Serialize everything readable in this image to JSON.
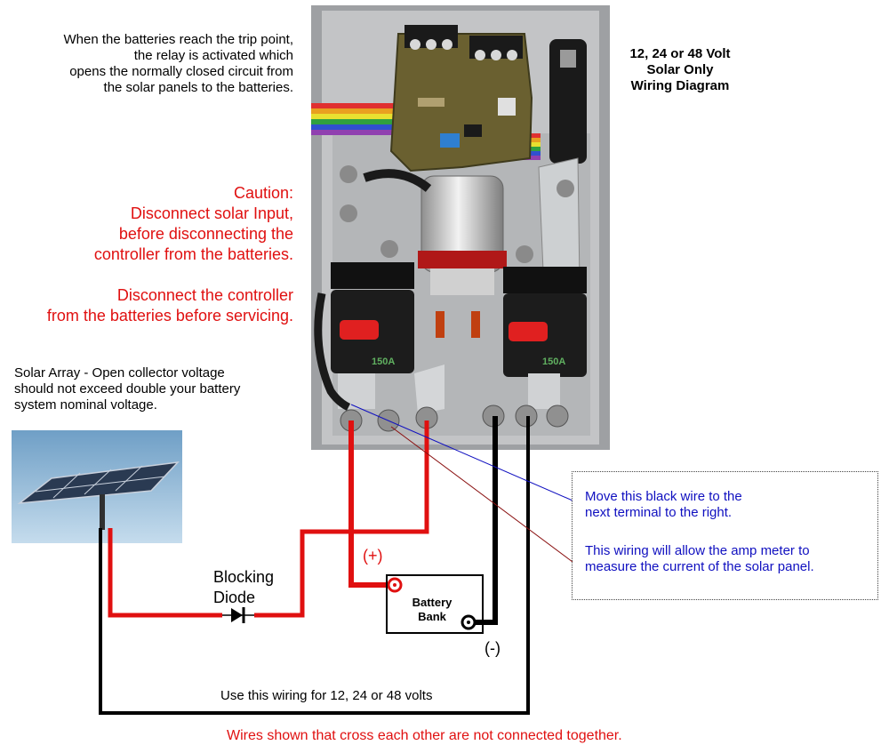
{
  "header": {
    "title_lines": [
      "12, 24 or 48 Volt",
      "Solar Only",
      "Wiring Diagram"
    ]
  },
  "intro_lines": [
    "When the batteries reach the trip point,",
    "the relay is activated which",
    "opens the normally closed circuit from",
    "the solar panels to the batteries."
  ],
  "caution_lines": [
    "Caution:",
    "Disconnect solar Input,",
    "before disconnecting the",
    "controller from the batteries."
  ],
  "service_lines": [
    "Disconnect the controller",
    "from the batteries before servicing."
  ],
  "array_lines": [
    "Solar Array - Open collector voltage",
    "should not exceed double your battery",
    "system nominal voltage."
  ],
  "diode_lines": [
    "Blocking",
    "Diode"
  ],
  "battery_lines": [
    "Battery",
    "Bank"
  ],
  "plus_label": "(+)",
  "minus_label": "(-)",
  "breaker_rating": "150A",
  "use_label": "Use this wiring for 12, 24 or 48 volts",
  "note": {
    "line1": "Move this black wire to the",
    "line2": "next terminal to the right.",
    "line3": "This wiring will allow the amp meter to",
    "line4": "measure the current of the solar panel."
  },
  "footer": "Wires shown that cross each other are not connected together.",
  "colors": {
    "wire_positive": "#e01010",
    "wire_negative": "#000000",
    "note_text": "#1010c0",
    "caution": "#e01010"
  }
}
